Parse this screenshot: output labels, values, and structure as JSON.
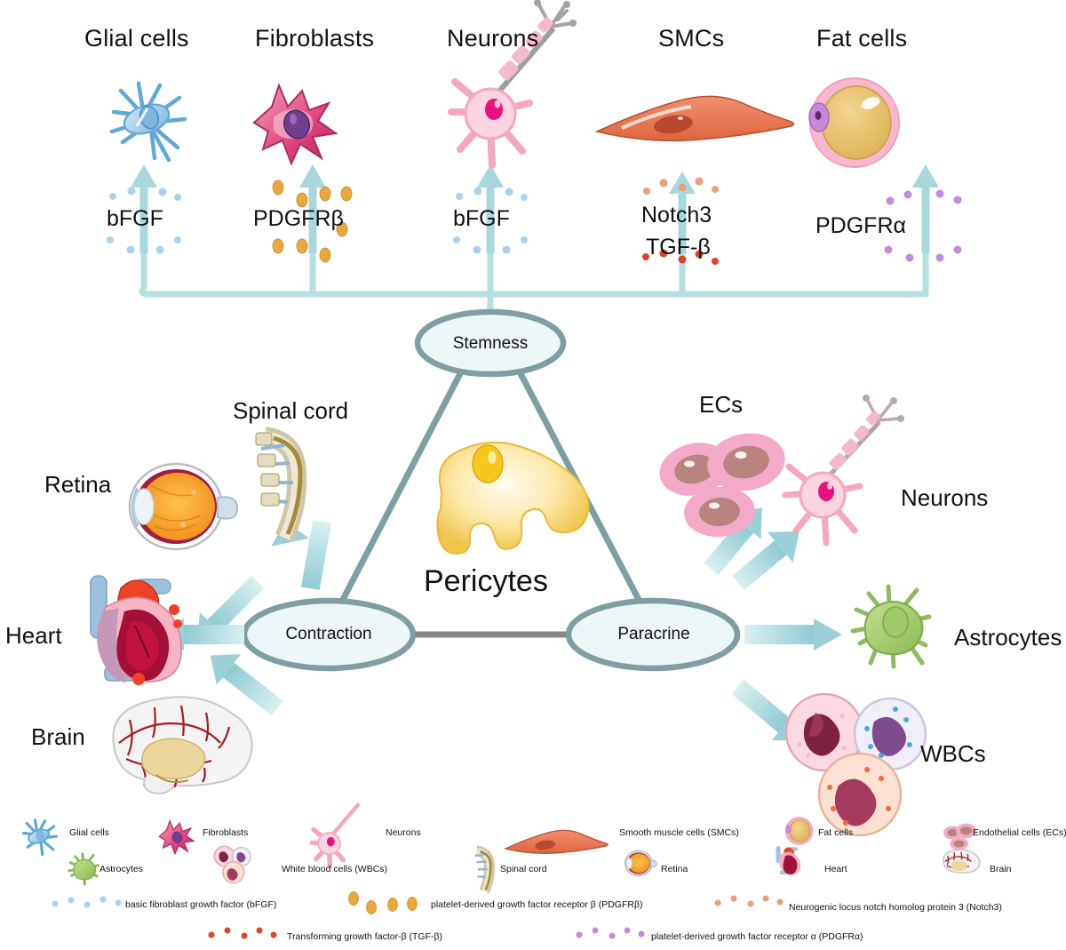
{
  "diagram": {
    "title": "Pericytes",
    "center_cell_name": "pericyte-cell"
  },
  "top_row": {
    "labels": [
      {
        "text": "Glial cells",
        "icon": "glial-cell-icon"
      },
      {
        "text": "Fibroblasts",
        "icon": "fibroblast-cell-icon"
      },
      {
        "text": "Neurons",
        "icon": "neuron-cell-icon"
      },
      {
        "text": "SMCs",
        "icon": "smooth-muscle-cell-icon"
      },
      {
        "text": "Fat cells",
        "icon": "fat-cell-icon"
      }
    ],
    "factors": [
      {
        "text": "bFGF",
        "color": "#a9d3ea"
      },
      {
        "text": "PDGFRβ",
        "color": "#e8a83c"
      },
      {
        "text": "bFGF",
        "color": "#a9d3ea"
      },
      {
        "text": "Notch3",
        "color": "#f09b7e"
      },
      {
        "text": "TGF-β",
        "color": "#d9472a"
      },
      {
        "text": "PDGFRα",
        "color": "#c48ae0"
      }
    ]
  },
  "nodes": {
    "stemness": "Stemness",
    "contraction": "Contraction",
    "paracrine": "Paracrine"
  },
  "left_targets": [
    {
      "text": "Retina",
      "icon": "retina-icon"
    },
    {
      "text": "Spinal cord",
      "icon": "spinal-cord-icon"
    },
    {
      "text": "Heart",
      "icon": "heart-icon"
    },
    {
      "text": "Brain",
      "icon": "brain-icon"
    }
  ],
  "right_targets": [
    {
      "text": "ECs",
      "icon": "endothelial-cell-icon"
    },
    {
      "text": "Neurons",
      "icon": "neuron-cell-icon"
    },
    {
      "text": "Astrocytes",
      "icon": "astrocyte-icon"
    },
    {
      "text": "WBCs",
      "icon": "white-blood-cell-icon"
    }
  ],
  "legend": {
    "row1": [
      {
        "text": "Glial cells",
        "icon": "glial-cell-icon"
      },
      {
        "text": "Fibroblasts",
        "icon": "fibroblast-cell-icon"
      },
      {
        "text": "Neurons",
        "icon": "neuron-cell-icon"
      },
      {
        "text": "Smooth muscle cells (SMCs)",
        "icon": "smooth-muscle-cell-icon"
      },
      {
        "text": "Fat cells",
        "icon": "fat-cell-icon"
      },
      {
        "text": "Endothelial cells (ECs)",
        "icon": "endothelial-cell-icon"
      }
    ],
    "row2": [
      {
        "text": "Astrocytes",
        "icon": "astrocyte-icon"
      },
      {
        "text": "White blood cells (WBCs)",
        "icon": "white-blood-cell-icon"
      },
      {
        "text": "Spinal cord",
        "icon": "spinal-cord-icon"
      },
      {
        "text": "Retina",
        "icon": "retina-icon"
      },
      {
        "text": "Heart",
        "icon": "heart-icon"
      },
      {
        "text": "Brain",
        "icon": "brain-icon"
      }
    ],
    "row3": [
      {
        "text": "basic fibroblast growth factor (bFGF)",
        "icon": "bfgf-dots-icon",
        "color": "#a9d3ea"
      },
      {
        "text": "platelet-derived growth factor receptor β (PDGFRβ)",
        "icon": "pdgfrb-dots-icon",
        "color": "#e8a83c"
      },
      {
        "text": "Neurogenic locus notch homolog protein 3 (Notch3)",
        "icon": "notch3-dots-icon",
        "color": "#f09b7e"
      }
    ],
    "row4": [
      {
        "text": "Transforming growth factor-β (TGF-β)",
        "icon": "tgfb-dots-icon",
        "color": "#d9472a"
      },
      {
        "text": "platelet-derived growth factor receptor α (PDGFRα)",
        "icon": "pdgfra-dots-icon",
        "color": "#c48ae0"
      }
    ]
  },
  "colors": {
    "teal_arrow": "#a8d8dc",
    "node_stroke": "#7f9ea3",
    "node_fill": "#eef7f7",
    "gray_link": "#8a8582"
  }
}
